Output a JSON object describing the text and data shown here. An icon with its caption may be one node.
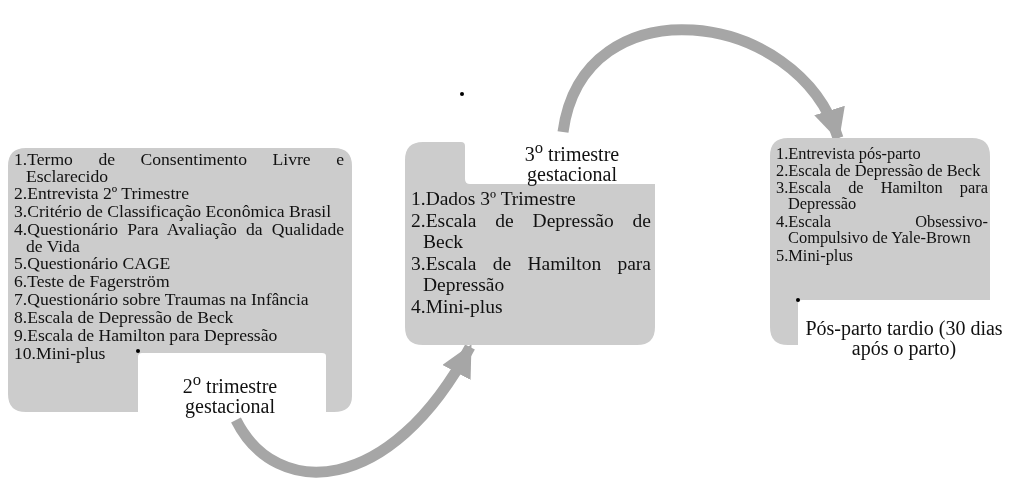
{
  "diagram": {
    "nodes": [
      {
        "text": [
          "1.Termo de Consentimento Livre e Esclarecido",
          "2.Entrevista 2º Trimestre",
          "3.Critério de Classificação Econômica Brasil",
          "4.Questionário Para Avaliação da Qualidade de Vida",
          "5.Questionário CAGE",
          "6.Teste de Fagerström",
          "7.Questionário sobre Traumas na Infância",
          "8.Escala de Depressão de Beck",
          "9.Escala de Hamilton para Depressão",
          "10.Mini-plus",
          "2$^{o}$ trimestre gestacional"
        ]
      },
      {
        "text": [
          "3$^{o}$ trimestre gestacional",
          "1.Dados 3º Trimestre",
          "2.Escala de Depressão de Beck",
          "3.Escala de Hamilton para Depressão",
          "4.Mini-plus"
        ]
      },
      {
        "text": [
          "1.Entrevista pós-parto",
          "2.Escala de Depressão de Beck",
          "3.Escala de Hamilton para Depressão",
          "4.Escala Obsessivo-Compulsivo de Yale-Brown",
          "5.Mini-plus",
          "Pós-parto tardio (30 dias após o parto)"
        ]
      }
    ],
    "edges": [
      {
        "from": 0,
        "to": 1,
        "arrow": "to"
      },
      {
        "from": 1,
        "to": 2,
        "arrow": "to"
      }
    ]
  }
}
